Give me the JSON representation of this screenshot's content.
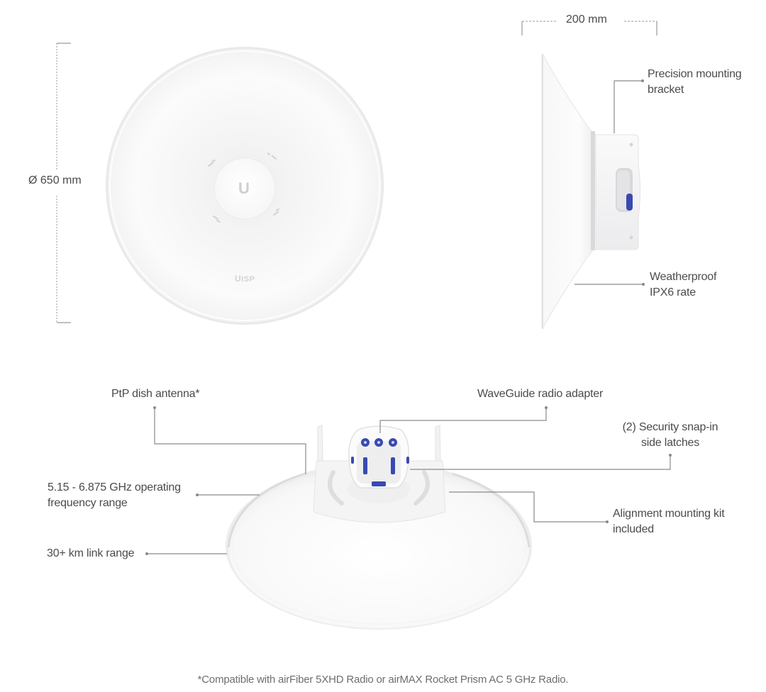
{
  "colors": {
    "background": "#ffffff",
    "text": "#4b4b4b",
    "leader_line": "#8a8a8a",
    "dish_white": "#fafafa",
    "dish_edge": "#e4e4e6",
    "accent_blue": "#3a49b0",
    "footnote_text": "#6e6e6e"
  },
  "front_view": {
    "diameter_label": "Ø 650 mm",
    "center_logo": "U",
    "brand_mark": "ISP"
  },
  "side_view": {
    "depth_label": "200 mm",
    "callouts": [
      {
        "id": "bracket",
        "lines": [
          "Precision mounting",
          "bracket"
        ]
      },
      {
        "id": "weatherproof",
        "lines": [
          "Weatherproof",
          "IPX6 rate"
        ]
      }
    ]
  },
  "rear_view": {
    "callouts": [
      {
        "id": "ptp-dish",
        "lines": [
          "PtP dish antenna*"
        ]
      },
      {
        "id": "waveguide",
        "lines": [
          "WaveGuide radio adapter"
        ]
      },
      {
        "id": "side-latches",
        "lines": [
          "(2) Security snap-in",
          "side latches"
        ]
      },
      {
        "id": "frequency",
        "lines": [
          "5.15 - 6.875 GHz operating",
          "frequency range"
        ]
      },
      {
        "id": "alignment-kit",
        "lines": [
          "Alignment mounting kit",
          "included"
        ]
      },
      {
        "id": "link-range",
        "lines": [
          "30+ km link range"
        ]
      }
    ]
  },
  "footnote": "*Compatible with airFiber 5XHD Radio or airMAX Rocket Prism AC 5 GHz Radio."
}
